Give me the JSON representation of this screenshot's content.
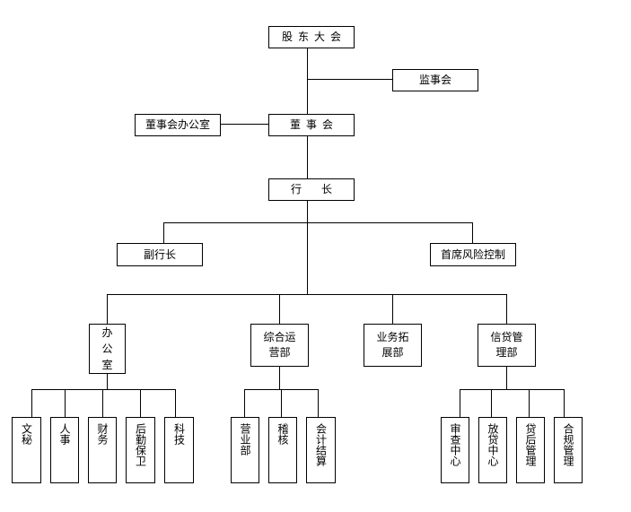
{
  "org": {
    "shareholders": "股东大会",
    "supervisors": "监事会",
    "board_office": "董事会办公室",
    "board": "董事会",
    "president": "行长",
    "vice_president": "副行长",
    "chief_risk": "首席风险控制",
    "general_office": "办公室",
    "integrated_ops": "综合运营部",
    "biz_dev": "业务拓展部",
    "credit_mgmt": "信贷管理部",
    "sub_general": [
      "文秘",
      "人事",
      "财务",
      "后勤保卫",
      "科技"
    ],
    "sub_ops": [
      "营业部",
      "稽核",
      "会计结算"
    ],
    "sub_credit": [
      "审查中心",
      "放贷中心",
      "贷后管理",
      "合规管理"
    ]
  }
}
